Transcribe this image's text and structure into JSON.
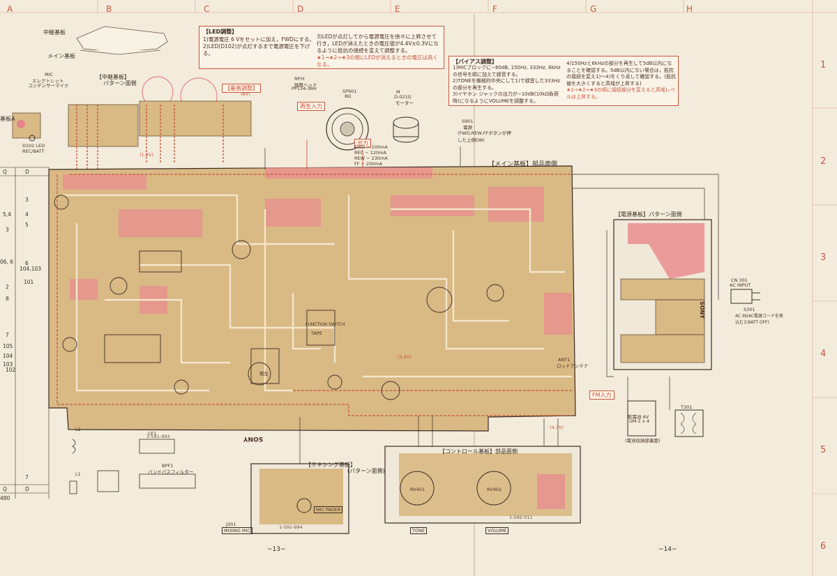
{
  "grid": {
    "columns": [
      "A",
      "B",
      "C",
      "D",
      "E",
      "F",
      "G",
      "H"
    ],
    "rows": [
      "1",
      "2",
      "3",
      "4",
      "5",
      "6"
    ]
  },
  "colors": {
    "paper": "#f3ecdc",
    "board": "#d9b984",
    "trace": "#c8553d",
    "ink": "#3a2a22"
  },
  "led_adjust": {
    "title": "【LED調整】",
    "left_lines": [
      "1)電源電圧 6 Vをセットに加え，FWDにする。",
      "2)LED(D102)が点灯するまで電源電圧を下げる。"
    ],
    "right_lines": [
      "3)LEDが点灯してから電源電圧を徐々に上昇させて行き，LEDが消えたときの電圧値が4.4V±0.3Vになるように抵抗の接続を変えて調整する。",
      "★1→★2→★3の順にLEDが消えるときの電圧は高くなる。"
    ]
  },
  "bias_adjust": {
    "title": "【バイアス調整】",
    "left_lines": [
      "1)MICブロックに−80dB, 150Hz, 333Hz, 6kHzの信号を順に加えて録音する。",
      "2)TONEを機械的中央にして1)で録音した333Hzの部分を再生する。",
      "3)イヤホン ジャックの出力が−10dB(10kΩ負荷時)になるようにVOLUMEを調整する。"
    ],
    "right_lines": [
      "4)150Hzと6kHzの部分を再生して5dB以内になることを確認する。5dB以内にない場合は，抵抗の接続を変え1)〜4)をくり返して確認する。(抵抗値を大きくすると高域が上昇する)",
      "★1→★2→★3の順に接続部分を変えると高域レベルは上昇する。"
    ]
  },
  "labels": {
    "relay_board": "中継基板",
    "main_board_small": "メイン基板",
    "mic": "MIC",
    "mic_desc1": "エレクトレット",
    "mic_desc2": "コンデンサーマイク",
    "relay_pattern": "【中継基板】",
    "pattern_side": "パターン面側",
    "vertical_adjust": "【垂直調整】",
    "rec_play_head": "RP.H",
    "head_type": "録再ヘッド",
    "head_model": "PP134-36H",
    "playback_in": "再生入力",
    "speaker": "SP901",
    "speaker_ohm": "8Ω",
    "motor": "M",
    "motor_model": "D-021G",
    "motor_name": "モーター",
    "s901": "S901",
    "power": "電源",
    "power_note": "(FWD,REW,FFボタンが押した上側ON)",
    "output": "出力",
    "led_label": "D102 LED",
    "rec_batt": "REC/BATT",
    "board_a": "基板A",
    "main_board": "【メイン基板】部品面側",
    "power_board": "【電源基板】パターン面側",
    "control_board": "【コントロール基板】部品面側",
    "mixing_board": "【ミキシング基板】",
    "mixing_pattern": "(パターン面側)",
    "fm_input": "FM入力",
    "ant1": "ANT1",
    "rod_antenna": "ロッドアンテナ",
    "ac_input": "AC INPUT",
    "cn": "CN 301",
    "ac_switch": "S301",
    "ac_switch_note": "AC IN(AC電源コードを差込むとBATT OFF)",
    "battery": "乾電池 6V",
    "battery_type": "UM-1 x 4",
    "battery_note": "(電池収納部裏面)",
    "t301": "T301",
    "sony": "SONY",
    "sony_mirror": "SONY",
    "tone": "TONE",
    "volume": "VOLUME",
    "mic_fader": "MIC FADER",
    "mixing_mic": "MIXING MIC",
    "j301": "J301",
    "function_switch": "FUNCTION SWITCH",
    "playback": "再生",
    "tape": "TAPE",
    "rv401": "RV401",
    "rv402": "RV402",
    "pattern_code_main": "1-591-993",
    "pattern_code_ctrl": "1-592-011",
    "pattern_code_mix": "1-591-994",
    "l2": "L2",
    "l1": "L1",
    "cf1": "CF1",
    "bpf": "BPF1",
    "bpf_desc": "バンドパスフィルター",
    "fwd_currents": [
      "FWD − 100mA",
      "REC − 120mA",
      "REW − 230mA",
      "FF − 200mA"
    ],
    "v_8v": "(8V)",
    "v_43v": "(4.3V)",
    "v_39v": "(3.9V)",
    "v_12v": "(1.2V)"
  },
  "left_table": {
    "header": [
      "Q",
      "D"
    ],
    "rows": [
      [
        "",
        "3"
      ],
      [
        "5,4",
        "4"
      ],
      [
        "",
        "5"
      ],
      [
        "3",
        ""
      ],
      [
        "06, 6",
        "6"
      ],
      [
        "",
        "104,103"
      ],
      [
        "",
        "101"
      ],
      [
        "2",
        ""
      ],
      [
        "8",
        ""
      ],
      [
        "7",
        ""
      ],
      [
        "105",
        ""
      ],
      [
        "104",
        ""
      ],
      [
        "103",
        ""
      ],
      [
        "102",
        ""
      ]
    ],
    "footer": [
      "Q",
      "D"
    ],
    "footer_val": [
      "",
      "7"
    ],
    "bottom_code": "480"
  },
  "pages": {
    "left": "−13−",
    "right": "−14−"
  }
}
